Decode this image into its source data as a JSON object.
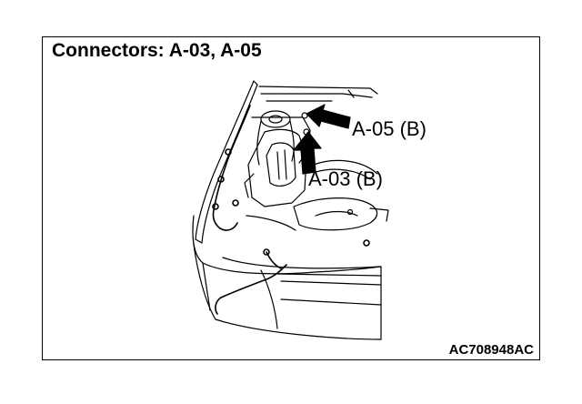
{
  "title": "Connectors: A-03, A-05",
  "callouts": {
    "a05": "A-05 (B)",
    "a03": "A-03 (B)"
  },
  "reference_code": "AC708948AC",
  "colors": {
    "line": "#000000",
    "background": "#ffffff"
  }
}
